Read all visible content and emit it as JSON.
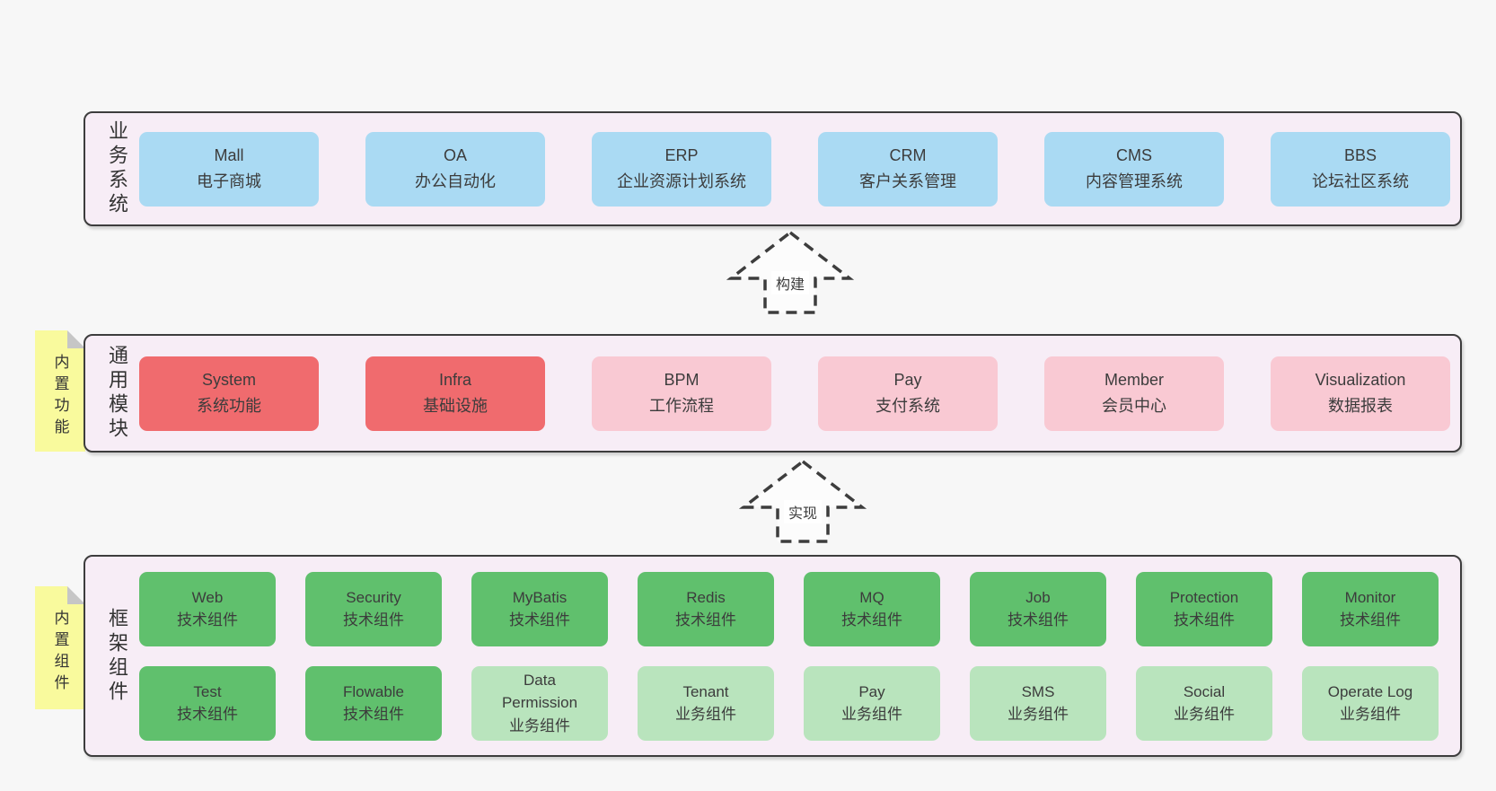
{
  "colors": {
    "page_bg": "#f7f7f7",
    "layer_bg": "#f7edf6",
    "layer_border": "#3d3d3d",
    "blue_box": "#aadaf3",
    "red_box": "#f06b6e",
    "pink_box": "#f9c9d3",
    "green_dark_box": "#60c06d",
    "green_light_box": "#b9e4bd",
    "sticky_yellow": "#f9fa9d",
    "text": "#3c3c3c"
  },
  "layers": {
    "business": {
      "label": "业务系统",
      "boxes": [
        {
          "title": "Mall",
          "subtitle": "电子商城"
        },
        {
          "title": "OA",
          "subtitle": "办公自动化"
        },
        {
          "title": "ERP",
          "subtitle": "企业资源计划系统"
        },
        {
          "title": "CRM",
          "subtitle": "客户关系管理"
        },
        {
          "title": "CMS",
          "subtitle": "内容管理系统"
        },
        {
          "title": "BBS",
          "subtitle": "论坛社区系统"
        }
      ]
    },
    "modules": {
      "label": "通用模块",
      "sticky": "内置功能",
      "boxes": [
        {
          "title": "System",
          "subtitle": "系统功能",
          "variant": "red"
        },
        {
          "title": "Infra",
          "subtitle": "基础设施",
          "variant": "red"
        },
        {
          "title": "BPM",
          "subtitle": "工作流程",
          "variant": "pink"
        },
        {
          "title": "Pay",
          "subtitle": "支付系统",
          "variant": "pink"
        },
        {
          "title": "Member",
          "subtitle": "会员中心",
          "variant": "pink"
        },
        {
          "title": "Visualization",
          "subtitle": "数据报表",
          "variant": "pink"
        }
      ]
    },
    "framework": {
      "label": "框架组件",
      "sticky": "内置组件",
      "row1": [
        {
          "title": "Web",
          "subtitle": "技术组件",
          "variant": "green-dark"
        },
        {
          "title": "Security",
          "subtitle": "技术组件",
          "variant": "green-dark"
        },
        {
          "title": "MyBatis",
          "subtitle": "技术组件",
          "variant": "green-dark"
        },
        {
          "title": "Redis",
          "subtitle": "技术组件",
          "variant": "green-dark"
        },
        {
          "title": "MQ",
          "subtitle": "技术组件",
          "variant": "green-dark"
        },
        {
          "title": "Job",
          "subtitle": "技术组件",
          "variant": "green-dark"
        },
        {
          "title": "Protection",
          "subtitle": "技术组件",
          "variant": "green-dark"
        },
        {
          "title": "Monitor",
          "subtitle": "技术组件",
          "variant": "green-dark"
        }
      ],
      "row2": [
        {
          "title": "Test",
          "subtitle": "技术组件",
          "variant": "green-dark"
        },
        {
          "title": "Flowable",
          "subtitle": "技术组件",
          "variant": "green-dark"
        },
        {
          "title": "Data Permission",
          "subtitle": "业务组件",
          "variant": "green-light"
        },
        {
          "title": "Tenant",
          "subtitle": "业务组件",
          "variant": "green-light"
        },
        {
          "title": "Pay",
          "subtitle": "业务组件",
          "variant": "green-light"
        },
        {
          "title": "SMS",
          "subtitle": "业务组件",
          "variant": "green-light"
        },
        {
          "title": "Social",
          "subtitle": "业务组件",
          "variant": "green-light"
        },
        {
          "title": "Operate Log",
          "subtitle": "业务组件",
          "variant": "green-light"
        }
      ]
    }
  },
  "arrows": {
    "build": {
      "label": "构建"
    },
    "implement": {
      "label": "实现"
    }
  }
}
